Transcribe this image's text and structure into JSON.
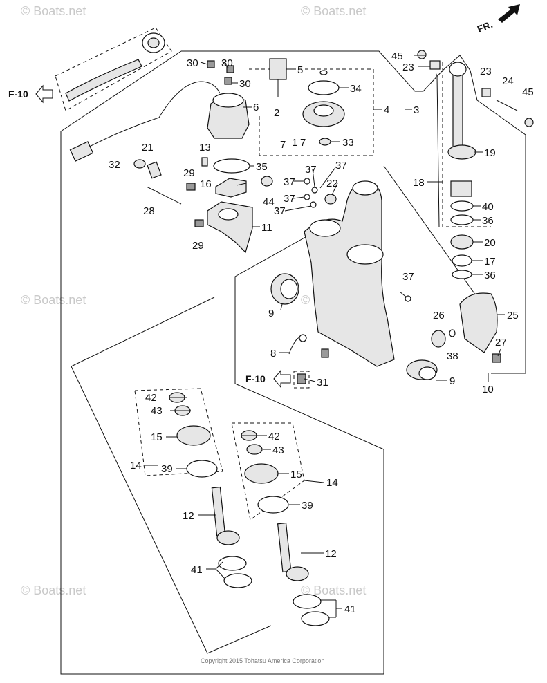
{
  "watermark": "© Boats.net",
  "copyright": "Copyright 2015 Tohatsu America Corporation",
  "front_marker": "FR.",
  "refs": {
    "f10_top": "F-10",
    "f10_mid": "F-10"
  },
  "callouts": {
    "c1": "1",
    "c2": "2",
    "c3": "3",
    "c4": "4",
    "c5": "5",
    "c6": "6",
    "c7a": "7",
    "c7b": "7",
    "c8": "8",
    "c9a": "9",
    "c9b": "9",
    "c10": "10",
    "c11": "11",
    "c12a": "12",
    "c12b": "12",
    "c13": "13",
    "c14a": "14",
    "c14b": "14",
    "c15a": "15",
    "c15b": "15",
    "c16": "16",
    "c17": "17",
    "c18": "18",
    "c19": "19",
    "c20": "20",
    "c21": "21",
    "c22": "22",
    "c23a": "23",
    "c23b": "23",
    "c24": "24",
    "c25": "25",
    "c26": "26",
    "c27": "27",
    "c28": "28",
    "c29a": "29",
    "c29b": "29",
    "c30a": "30",
    "c30b": "30",
    "c30c": "30",
    "c31": "31",
    "c32": "32",
    "c33": "33",
    "c34": "34",
    "c35": "35",
    "c36a": "36",
    "c36b": "36",
    "c37a": "37",
    "c37b": "37",
    "c37c": "37",
    "c37d": "37",
    "c37e": "37",
    "c38": "38",
    "c39a": "39",
    "c39b": "39",
    "c40": "40",
    "c41a": "41",
    "c41b": "41",
    "c42a": "42",
    "c42b": "42",
    "c43a": "43",
    "c43b": "43",
    "c44": "44",
    "c45a": "45",
    "c45b": "45"
  }
}
